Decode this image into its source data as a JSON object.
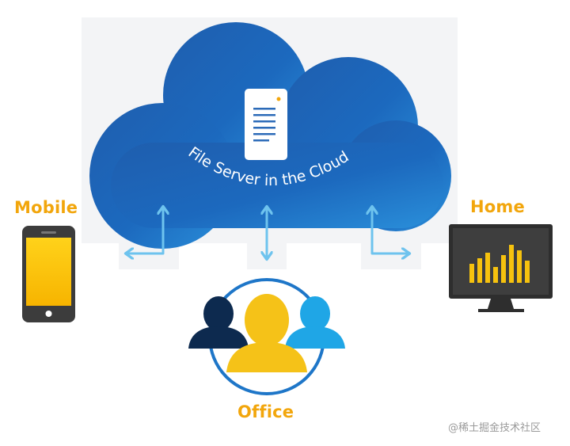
{
  "cloud": {
    "title": "File Server in the Cloud"
  },
  "endpoints": {
    "mobile": "Mobile",
    "home": "Home",
    "office": "Office"
  },
  "watermark": "@稀土掘金技术社区",
  "colors": {
    "cloud_blue": "#1D62B4",
    "label_orange": "#F2A60C",
    "arrow_blue": "#6EC3EE",
    "person_navy": "#0D2A4F",
    "person_yellow": "#F5C218",
    "person_light_blue": "#1FA6E6"
  }
}
